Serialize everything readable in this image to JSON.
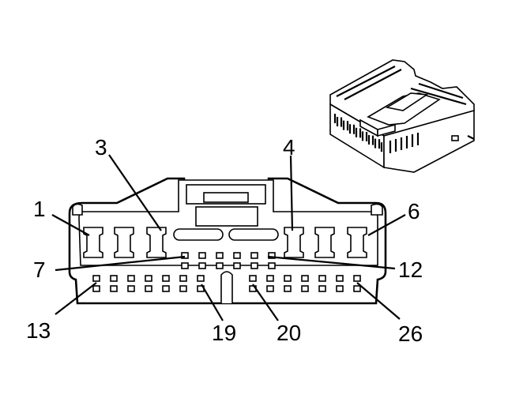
{
  "diagram": {
    "callouts": [
      {
        "id": "c1",
        "text": "1"
      },
      {
        "id": "c3",
        "text": "3"
      },
      {
        "id": "c4",
        "text": "4"
      },
      {
        "id": "c6",
        "text": "6"
      },
      {
        "id": "c7",
        "text": "7"
      },
      {
        "id": "c12",
        "text": "12"
      },
      {
        "id": "c13",
        "text": "13"
      },
      {
        "id": "c19",
        "text": "19"
      },
      {
        "id": "c20",
        "text": "20"
      },
      {
        "id": "c26",
        "text": "26"
      }
    ]
  }
}
